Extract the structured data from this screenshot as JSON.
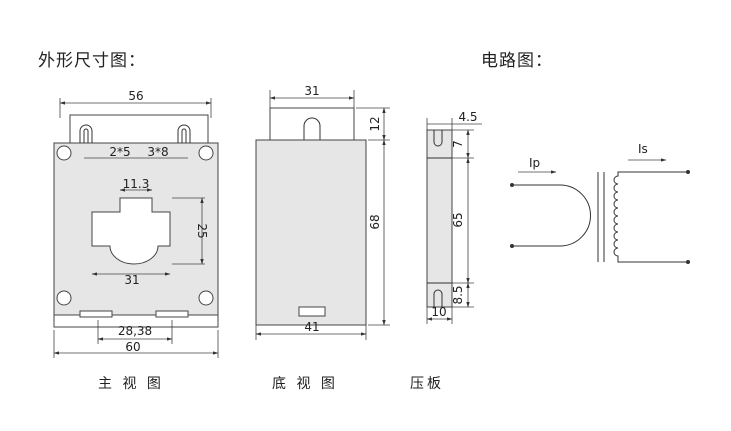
{
  "headings": {
    "outline": "外形尺寸图：",
    "circuit": "电路图："
  },
  "captions": {
    "main_view": "主 视 图",
    "bottom_view": "底 视 图",
    "pressure_plate": "压板"
  },
  "main_view": {
    "top_width": "56",
    "slot_left": "2*5",
    "slot_right": "3*8",
    "window_neck": "11.3",
    "window_height": "25",
    "window_width": "31",
    "bottom_span": "28,38",
    "total_width": "60"
  },
  "bottom_view": {
    "top_width": "31",
    "tab_height": "12",
    "total_height": "68",
    "body_width": "41"
  },
  "pressure_plate": {
    "thickness": "4.5",
    "slot_top": "7",
    "length": "65",
    "slot_bottom": "8.5",
    "width": "10"
  },
  "circuit": {
    "primary_current": "Ip",
    "secondary_current": "Is"
  }
}
